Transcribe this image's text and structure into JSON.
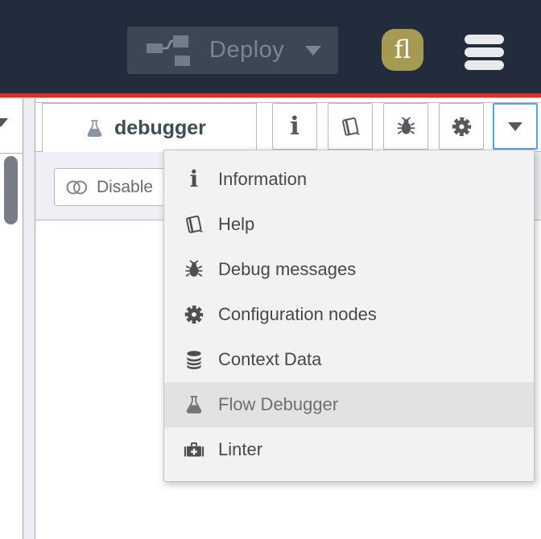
{
  "header": {
    "deploy_button": {
      "label": "Deploy",
      "icon": "deploy-flow-icon",
      "state": "disabled"
    },
    "avatar": {
      "initials": "fl"
    },
    "menu_icon": "hamburger-icon"
  },
  "workspace_edge": {
    "chevron_icon": "chevron-down-icon",
    "scrollbar": "vertical-scrollbar-thumb"
  },
  "sidebar": {
    "active_tab": {
      "label": "debugger",
      "icon": "flask-icon"
    },
    "toolbar_buttons": [
      {
        "name": "info-button",
        "icon": "info-icon"
      },
      {
        "name": "help-button",
        "icon": "book-icon"
      },
      {
        "name": "debug-messages-button",
        "icon": "bug-icon"
      },
      {
        "name": "configuration-nodes-button",
        "icon": "gear-icon"
      },
      {
        "name": "dropdown-button",
        "icon": "caret-down-icon",
        "focused": true
      }
    ],
    "disable_button": {
      "label": "Disable",
      "icon": "toggle-off-icon"
    }
  },
  "dropdown_menu": {
    "items": [
      {
        "icon": "info-icon",
        "label": "Information",
        "highlighted": false
      },
      {
        "icon": "book-icon",
        "label": "Help",
        "highlighted": false
      },
      {
        "icon": "bug-icon",
        "label": "Debug messages",
        "highlighted": false
      },
      {
        "icon": "gear-icon",
        "label": "Configuration nodes",
        "highlighted": false
      },
      {
        "icon": "database-icon",
        "label": "Context Data",
        "highlighted": false
      },
      {
        "icon": "flask-icon",
        "label": "Flow Debugger",
        "highlighted": true
      },
      {
        "icon": "medkit-icon",
        "label": "Linter",
        "highlighted": false
      }
    ]
  },
  "colors": {
    "header_bg": "#222c3d",
    "accent_red": "#d2302c",
    "deploy_btn_bg": "#3c4655",
    "avatar_gold": "#a59b50",
    "focus_blue": "#56a4e9",
    "menu_bg": "#f2f2f2",
    "menu_highlight": "#e2e2e2",
    "panel_lavender": "#eff0f5",
    "border_gray": "#b9b9c1"
  }
}
